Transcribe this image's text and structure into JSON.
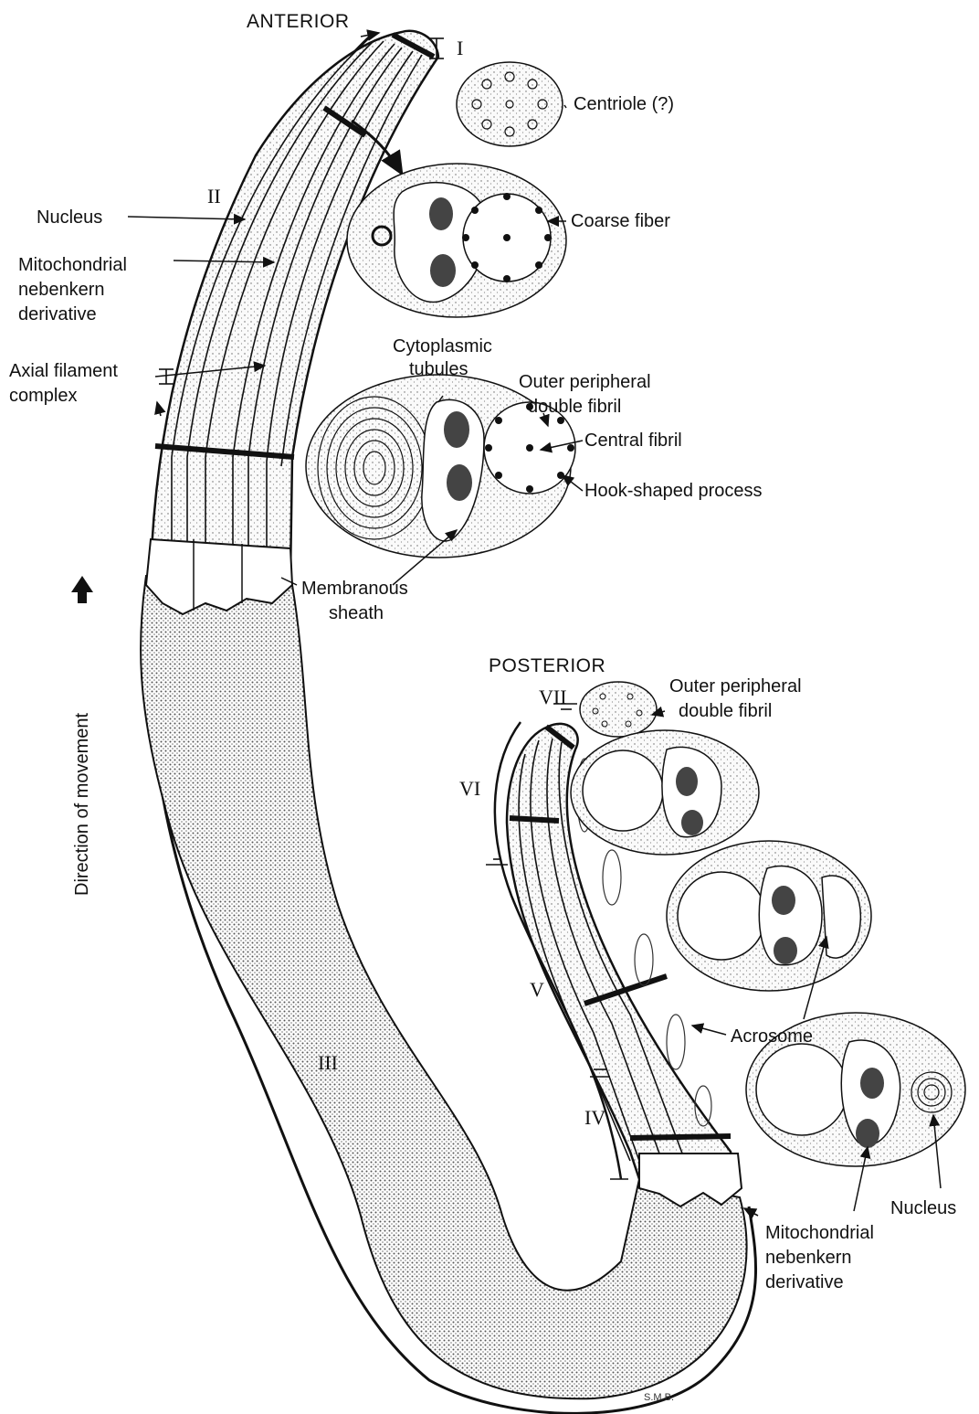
{
  "orientation": {
    "anterior": "ANTERIOR",
    "posterior": "POSTERIOR",
    "direction": "Direction of movement"
  },
  "regions": [
    "I",
    "II",
    "III",
    "IV",
    "V",
    "VI",
    "VII"
  ],
  "labels": {
    "centriole": "Centriole (?)",
    "coarse_fiber": "Coarse fiber",
    "nucleus_left": "Nucleus",
    "mito_left_1": "Mitochondrial",
    "mito_left_2": "nebenkern",
    "mito_left_3": "derivative",
    "axial_1": "Axial filament",
    "axial_2": "complex",
    "cyto_1": "Cytoplasmic",
    "cyto_2": "tubules",
    "outer_1": "Outer peripheral",
    "outer_2": "double fibril",
    "central_fibril": "Central fibril",
    "hook": "Hook-shaped process",
    "membranous_1": "Membranous",
    "membranous_2": "sheath",
    "outer_post_1": "Outer peripheral",
    "outer_post_2": "double fibril",
    "acrosome": "Acrosome",
    "nucleus_right": "Nucleus",
    "mito_right_1": "Mitochondrial",
    "mito_right_2": "nebenkern",
    "mito_right_3": "derivative"
  },
  "signature": "S.M.B.",
  "colors": {
    "ink": "#111111",
    "stipple": "#bdbdbd",
    "paper": "#ffffff"
  }
}
